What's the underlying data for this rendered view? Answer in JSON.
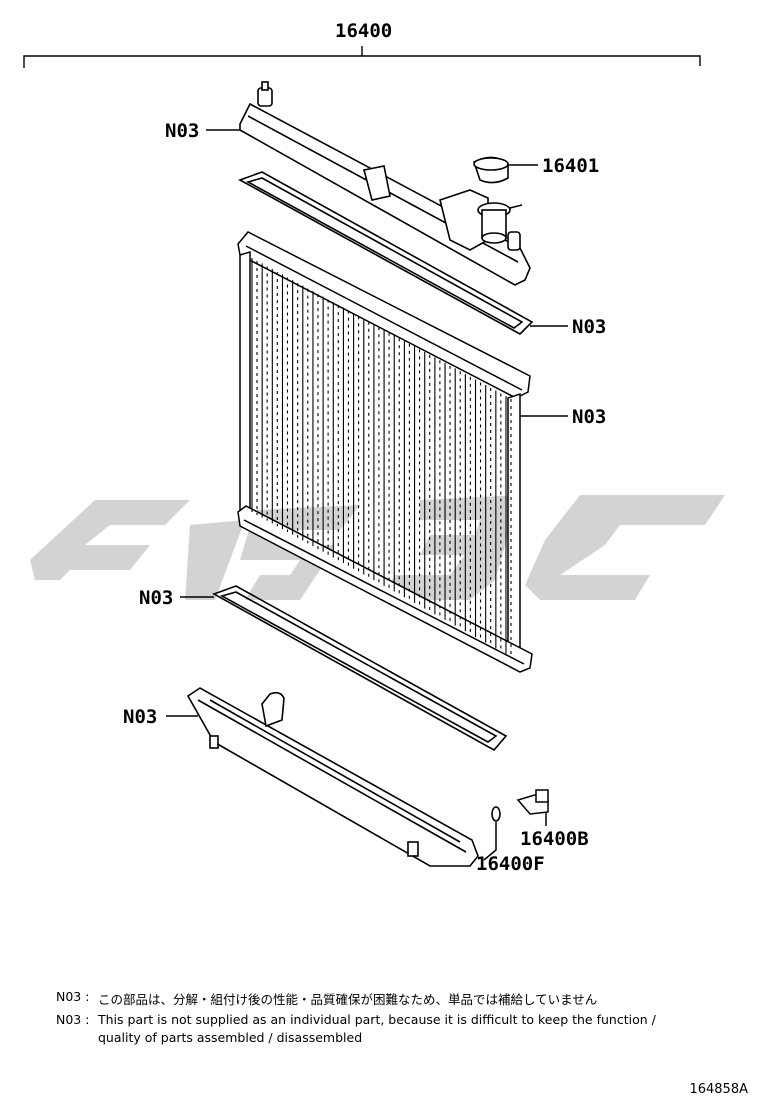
{
  "callouts": {
    "assembly": "16400",
    "cap": "16401",
    "n03": "N03",
    "drain_plug": "16400B",
    "oring": "16400F"
  },
  "notes": [
    {
      "id": "N03 :",
      "lines": [
        "この部品は、分解・組付け後の性能・品質確保が困難なため、単品では補給していません"
      ]
    },
    {
      "id": "N03 :",
      "lines": [
        "This part is not supplied as an individual part, because it is difficult to keep the function /",
        "quality of parts assembled / disassembled"
      ]
    }
  ],
  "figure_code": "164858A",
  "colors": {
    "line": "#000000",
    "watermark": "#d3d3d3"
  }
}
